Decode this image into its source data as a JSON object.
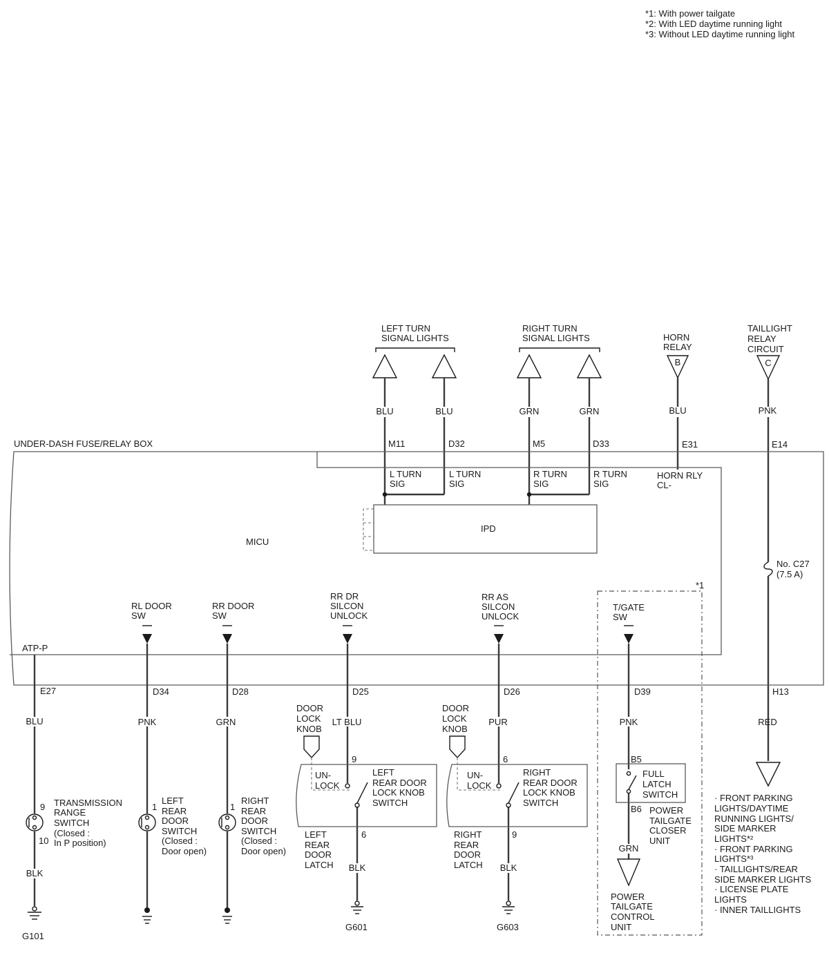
{
  "notes": [
    "*1: With power tailgate",
    "*2: With LED daytime running light",
    "*3: Without LED daytime running light"
  ],
  "top": {
    "left_turn": [
      "LEFT TURN",
      "SIGNAL LIGHTS"
    ],
    "right_turn": [
      "RIGHT TURN",
      "SIGNAL LIGHTS"
    ],
    "horn": [
      "HORN",
      "RELAY"
    ],
    "horn_letter": "B",
    "taillight": [
      "TAILLIGHT",
      "RELAY",
      "CIRCUIT"
    ],
    "taillight_letter": "C"
  },
  "wires_top": {
    "m11": "BLU",
    "d32": "BLU",
    "m5": "GRN",
    "d33": "GRN",
    "e31": "BLU",
    "e14": "PNK"
  },
  "pins_top": {
    "m11": "M11",
    "d32": "D32",
    "m5": "M5",
    "d33": "D33",
    "e31": "E31",
    "e14": "E14"
  },
  "fusebox": {
    "title": "UNDER-DASH FUSE/RELAY BOX",
    "micu": "MICU",
    "ipd": "IPD",
    "l_turn_1": [
      "L TURN",
      "SIG"
    ],
    "l_turn_2": [
      "L TURN",
      "SIG"
    ],
    "r_turn_1": [
      "R TURN",
      "SIG"
    ],
    "r_turn_2": [
      "R TURN",
      "SIG"
    ],
    "horn_rly": [
      "HORN RLY",
      "CL-"
    ],
    "fuse": [
      "No. C27",
      "(7.5 A)"
    ],
    "atp": "ATP-P",
    "star1": "*1"
  },
  "inputs": {
    "rl_door": [
      "RL DOOR",
      "SW"
    ],
    "rr_door": [
      "RR DOOR",
      "SW"
    ],
    "rr_dr": [
      "RR DR",
      "SILCON",
      "UNLOCK"
    ],
    "rr_as": [
      "RR AS",
      "SILCON",
      "UNLOCK"
    ],
    "tgate": [
      "T/GATE",
      "SW"
    ]
  },
  "pins_bottom": {
    "e27": "E27",
    "d34": "D34",
    "d28": "D28",
    "d25": "D25",
    "d26": "D26",
    "d39": "D39",
    "h13": "H13"
  },
  "wires_bottom": {
    "e27": "BLU",
    "d34": "PNK",
    "d28": "GRN",
    "d25": "LT BLU",
    "d26": "PUR",
    "d39": "PNK",
    "h13": "RED",
    "blk1": "BLK",
    "blk2": "BLK",
    "blk3": "BLK",
    "grn_tg": "GRN"
  },
  "components": {
    "trans": {
      "pin_a": "9",
      "pin_b": "10",
      "label": [
        "TRANSMISSION",
        "RANGE",
        "SWITCH",
        "(Closed :",
        "In P position)"
      ]
    },
    "left_door": {
      "pin": "1",
      "label": [
        "LEFT",
        "REAR",
        "DOOR",
        "SWITCH",
        "(Closed :",
        "Door open)"
      ]
    },
    "right_door": {
      "pin": "1",
      "label": [
        "RIGHT",
        "REAR",
        "DOOR",
        "SWITCH",
        "(Closed :",
        "Door open)"
      ]
    },
    "left_latch": {
      "knob": [
        "DOOR",
        "LOCK",
        "KNOB"
      ],
      "pin_top": "9",
      "pin_bottom": "6",
      "unlock": [
        "UN-",
        "LOCK"
      ],
      "switch": [
        "LEFT",
        "REAR DOOR",
        "LOCK KNOB",
        "SWITCH"
      ],
      "label": [
        "LEFT",
        "REAR",
        "DOOR",
        "LATCH"
      ]
    },
    "right_latch": {
      "knob": [
        "DOOR",
        "LOCK",
        "KNOB"
      ],
      "pin_top": "6",
      "pin_bottom": "9",
      "unlock": [
        "UN-",
        "LOCK"
      ],
      "switch": [
        "RIGHT",
        "REAR DOOR",
        "LOCK KNOB",
        "SWITCH"
      ],
      "label": [
        "RIGHT",
        "REAR",
        "DOOR",
        "LATCH"
      ]
    },
    "tailgate": {
      "pin_top": "B5",
      "pin_bottom": "B6",
      "switch": [
        "FULL",
        "LATCH",
        "SWITCH"
      ],
      "closer": [
        "POWER",
        "TAILGATE",
        "CLOSER",
        "UNIT"
      ],
      "control": [
        "POWER",
        "TAILGATE",
        "CONTROL",
        "UNIT"
      ]
    }
  },
  "grounds": {
    "g101": "G101",
    "g601": "G601",
    "g603": "G603"
  },
  "lights": [
    "· FRONT PARKING",
    "LIGHTS/DAYTIME",
    "RUNNING LIGHTS/",
    "SIDE MARKER",
    "LIGHTS*²",
    "· FRONT PARKING",
    "LIGHTS*³",
    "· TAILLIGHTS/REAR",
    "SIDE MARKER LIGHTS",
    "· LICENSE PLATE",
    "LIGHTS",
    "· INNER TAILLIGHTS"
  ]
}
